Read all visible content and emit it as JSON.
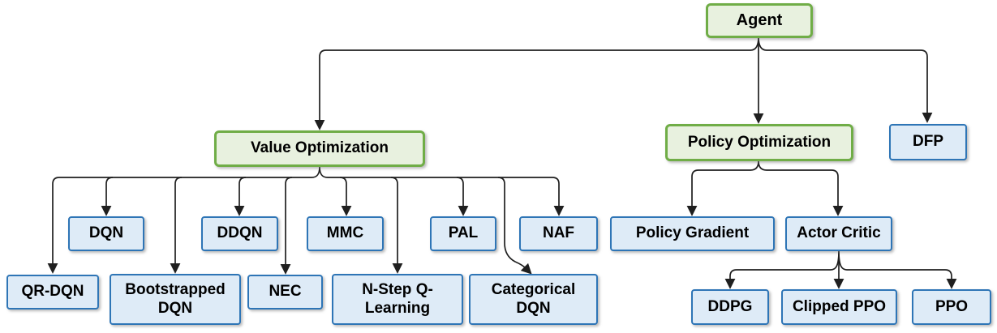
{
  "diagram": {
    "kind": "hierarchy-tree",
    "topic": "Reinforcement learning agent algorithm taxonomy"
  },
  "nodes": {
    "agent": {
      "label": "Agent",
      "type": "category"
    },
    "value_optimization": {
      "label": "Value Optimization",
      "type": "category"
    },
    "policy_optimization": {
      "label": "Policy Optimization",
      "type": "category"
    },
    "dfp": {
      "label": "DFP",
      "type": "algorithm"
    },
    "dqn": {
      "label": "DQN",
      "type": "algorithm"
    },
    "ddqn": {
      "label": "DDQN",
      "type": "algorithm"
    },
    "mmc": {
      "label": "MMC",
      "type": "algorithm"
    },
    "pal": {
      "label": "PAL",
      "type": "algorithm"
    },
    "naf": {
      "label": "NAF",
      "type": "algorithm"
    },
    "qr_dqn": {
      "label": "QR-DQN",
      "type": "algorithm"
    },
    "bootstrapped_dqn": {
      "label": "Bootstrapped DQN",
      "type": "algorithm"
    },
    "nec": {
      "label": "NEC",
      "type": "algorithm"
    },
    "n_step_q_learning": {
      "label": "N-Step Q-Learning",
      "type": "algorithm"
    },
    "categorical_dqn": {
      "label": "Categorical DQN",
      "type": "algorithm"
    },
    "policy_gradient": {
      "label": "Policy Gradient",
      "type": "algorithm"
    },
    "actor_critic": {
      "label": "Actor Critic",
      "type": "algorithm"
    },
    "ddpg": {
      "label": "DDPG",
      "type": "algorithm"
    },
    "clipped_ppo": {
      "label": "Clipped PPO",
      "type": "algorithm"
    },
    "ppo": {
      "label": "PPO",
      "type": "algorithm"
    }
  },
  "edges": [
    {
      "from": "Agent",
      "to": "Value Optimization"
    },
    {
      "from": "Agent",
      "to": "Policy Optimization"
    },
    {
      "from": "Agent",
      "to": "DFP"
    },
    {
      "from": "Value Optimization",
      "to": "QR-DQN"
    },
    {
      "from": "Value Optimization",
      "to": "DQN"
    },
    {
      "from": "Value Optimization",
      "to": "Bootstrapped DQN"
    },
    {
      "from": "Value Optimization",
      "to": "DDQN"
    },
    {
      "from": "Value Optimization",
      "to": "NEC"
    },
    {
      "from": "Value Optimization",
      "to": "MMC"
    },
    {
      "from": "Value Optimization",
      "to": "N-Step Q-Learning"
    },
    {
      "from": "Value Optimization",
      "to": "PAL"
    },
    {
      "from": "Value Optimization",
      "to": "Categorical DQN"
    },
    {
      "from": "Value Optimization",
      "to": "NAF"
    },
    {
      "from": "Policy Optimization",
      "to": "Policy Gradient"
    },
    {
      "from": "Policy Optimization",
      "to": "Actor Critic"
    },
    {
      "from": "Actor Critic",
      "to": "DDPG"
    },
    {
      "from": "Actor Critic",
      "to": "Clipped PPO"
    },
    {
      "from": "Actor Critic",
      "to": "PPO"
    }
  ],
  "colors": {
    "category_fill": "#E8F1DF",
    "category_border": "#70AD47",
    "algorithm_fill": "#DEEBF7",
    "algorithm_border": "#2E75B6",
    "connector": "#1F1F1F",
    "text": "#000000"
  }
}
